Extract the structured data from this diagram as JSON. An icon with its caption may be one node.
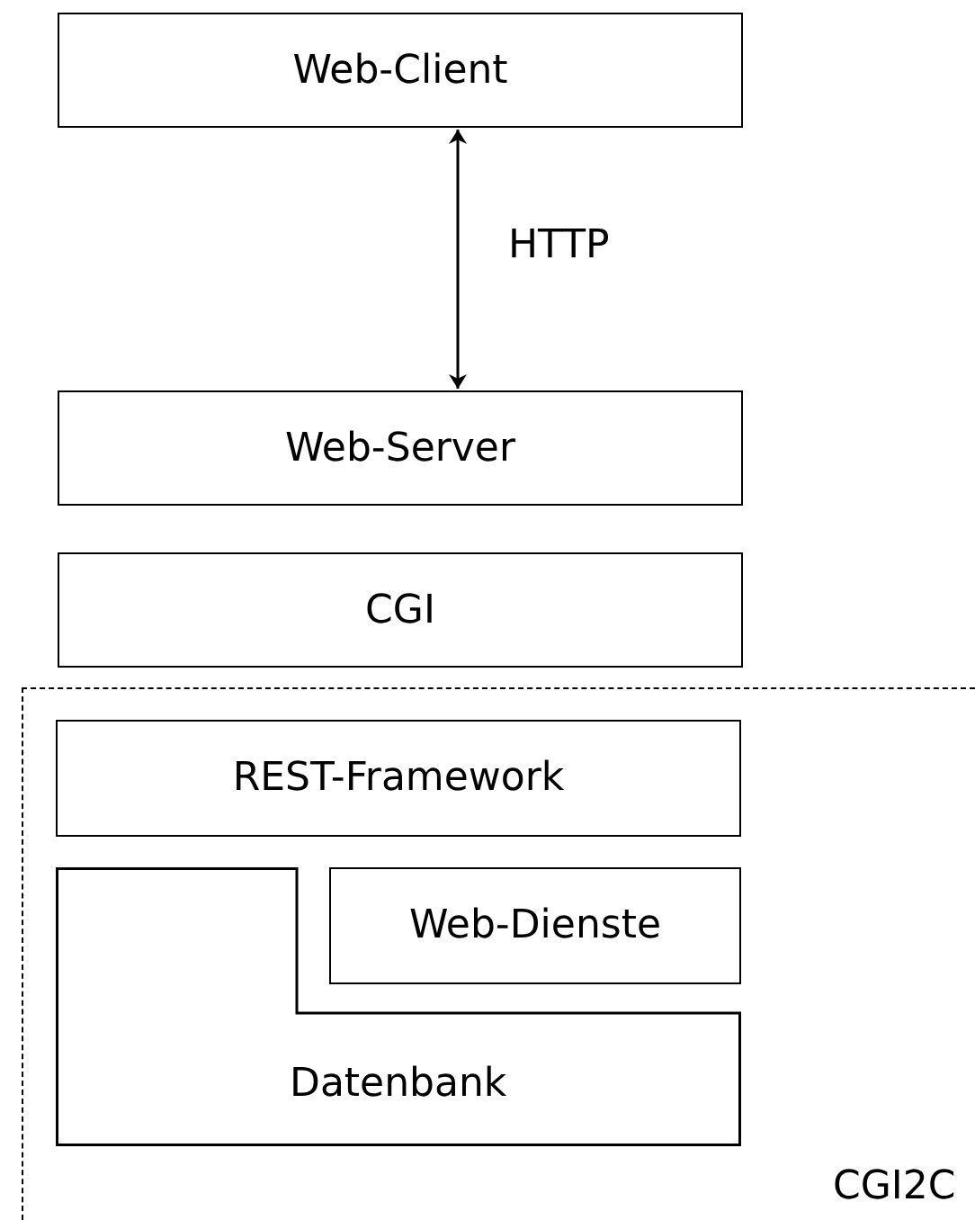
{
  "diagram": {
    "nodes": [
      {
        "text": [
          "Web-Client"
        ]
      },
      {
        "text": [
          "Web-Server"
        ]
      },
      {
        "text": [
          "CGI"
        ]
      },
      {
        "text": [
          "CGI2C"
        ]
      },
      {
        "text": [
          "REST-Framework"
        ],
        "in": 3
      },
      {
        "text": [
          "Web-Dienste"
        ],
        "in": 3
      },
      {
        "text": [
          "Datenbank"
        ],
        "in": 3
      }
    ],
    "edges": [
      {
        "from": 0,
        "to": 1,
        "arrow": "both",
        "label": "HTTP"
      }
    ]
  }
}
